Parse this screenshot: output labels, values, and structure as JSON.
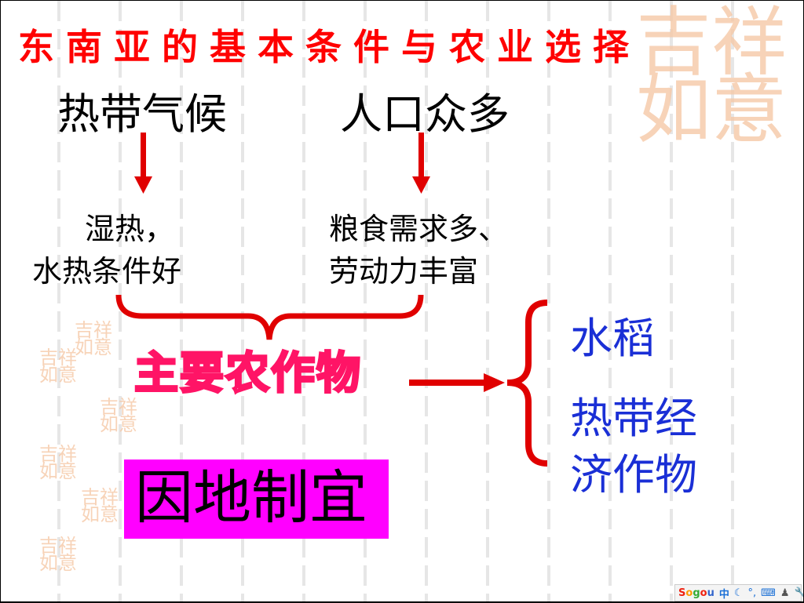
{
  "title": "东南亚的基本条件与农业选择",
  "conditions": {
    "left": {
      "heading": "热带气候",
      "line1": "湿热，",
      "line2": "水热条件好"
    },
    "right": {
      "heading": "人口众多",
      "line1": "粮食需求多、",
      "line2": "劳动力丰富"
    }
  },
  "main_crops_label": "主要农作物",
  "crops": {
    "item1": "水稻",
    "item2_line1": "热带经",
    "item2_line2": "济作物"
  },
  "conclusion": "因地制宜",
  "watermark": "吉祥如意",
  "taskbar": {
    "ime_logo": "Sogou",
    "ime_mode": "中",
    "punct": "°,"
  },
  "colors": {
    "title": "#ff0000",
    "arrow": "#e00000",
    "crops_outline": "#ff1466",
    "blue": "#1a2fd6",
    "box": "#ff00ff"
  }
}
